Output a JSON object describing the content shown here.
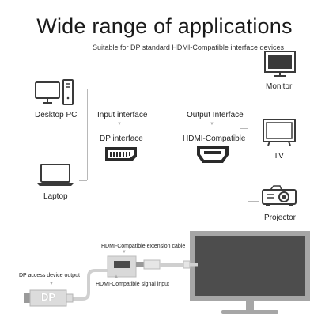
{
  "title": "Wide range of applications",
  "subtitle": "Suitable for DP standard HDMI-Compatible interface devices",
  "sources": {
    "desktop_label": "Desktop PC",
    "laptop_label": "Laptop"
  },
  "input": {
    "heading": "Input interface",
    "arrow": "▼",
    "port_label": "DP interface"
  },
  "output": {
    "heading": "Output Interface",
    "arrow": "▼",
    "port_label": "HDMI-Compatible"
  },
  "targets": {
    "monitor_label": "Monitor",
    "tv_label": "TV",
    "projector_label": "Projector"
  },
  "bottom": {
    "cable_label": "HDMI-Compatible extension cable",
    "signal_label": "HDMI-Compatible signal input",
    "dp_device_label": "DP access device output",
    "dp_plug_text": "DP"
  },
  "colors": {
    "line": "#b8b8b8",
    "icon": "#3a3a3a",
    "screen": "#4d4d4d",
    "frame": "#a6a6a6"
  }
}
